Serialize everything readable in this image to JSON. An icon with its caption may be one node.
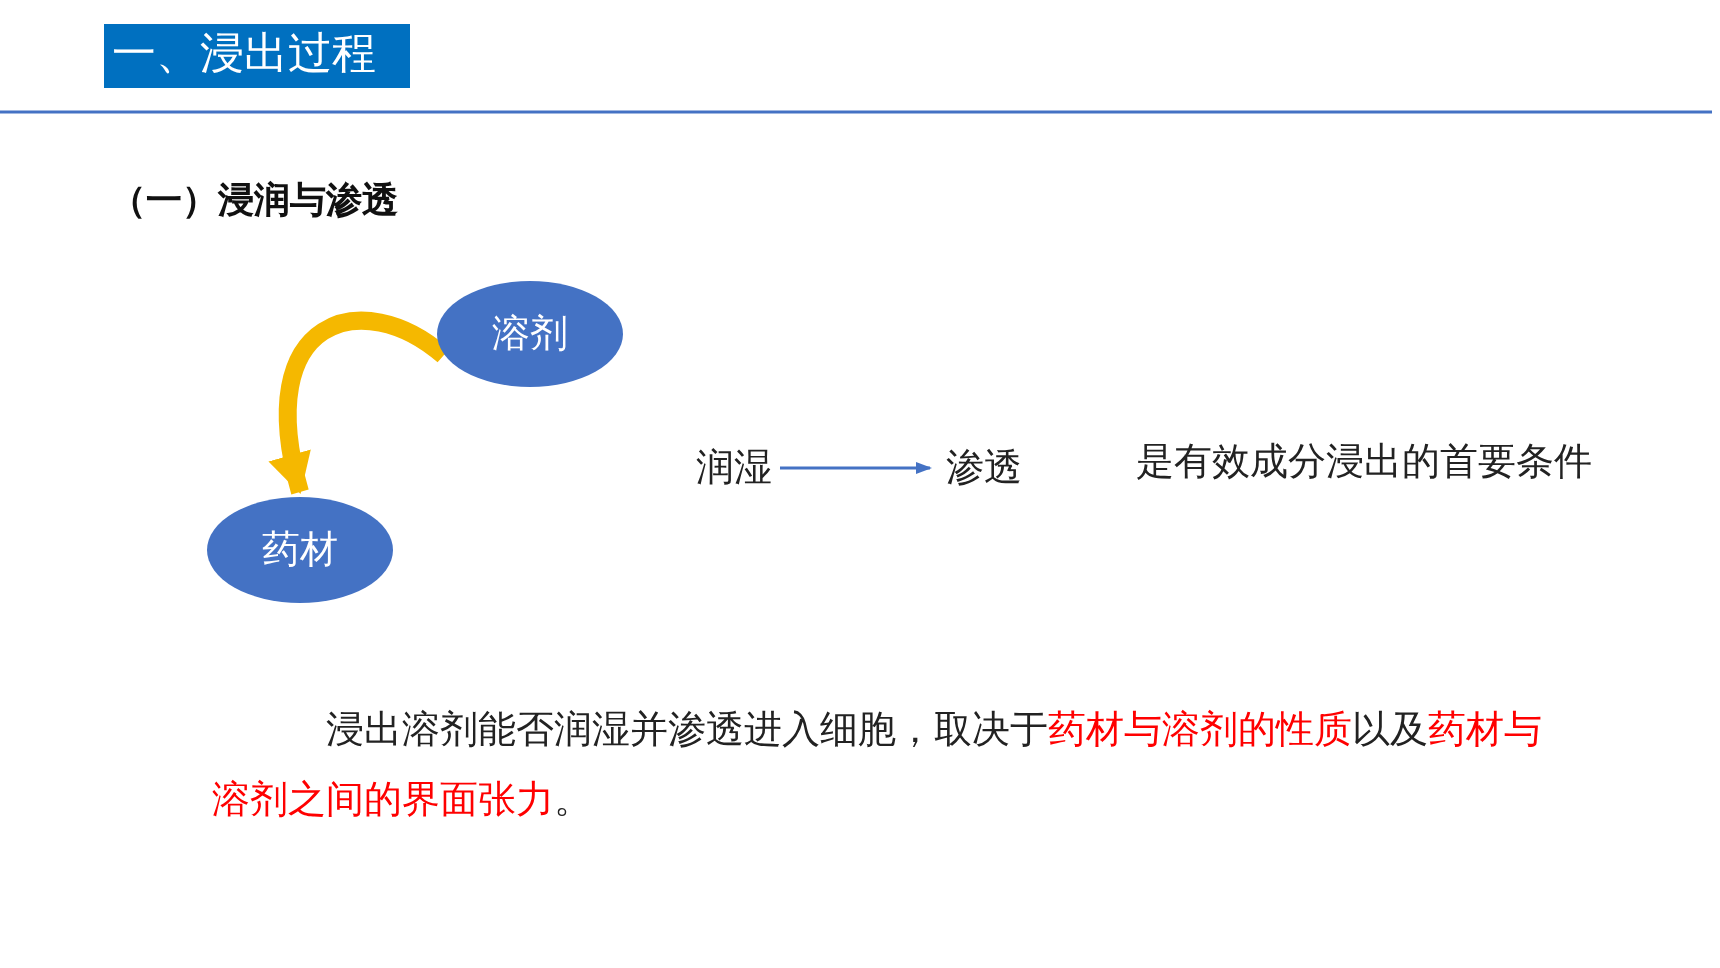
{
  "diagram": {
    "title": "一、浸出过程",
    "nodes": [
      {
        "text": [
          "溶剂"
        ]
      },
      {
        "text": [
          "药材"
        ]
      },
      {
        "text": [
          "润湿"
        ]
      },
      {
        "text": [
          "渗透"
        ]
      }
    ],
    "edges": [
      {
        "from": 0,
        "to": 1,
        "arrow": "to",
        "style": "thick",
        "color": "#f5b800"
      },
      {
        "from": 2,
        "to": 3,
        "arrow": "to",
        "color": "#4472c4"
      }
    ],
    "labels": [
      "（一）浸润与渗透",
      "是有效成分浸出的首要条件",
      "浸出溶剂能否润湿并渗透进入细胞，取决于",
      "药材与溶剂的性质",
      "以及",
      "药材与溶剂之间的界面张力",
      "。"
    ]
  }
}
